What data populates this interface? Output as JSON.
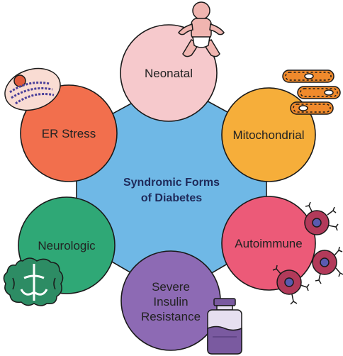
{
  "center": {
    "line1": "Syndromic Forms",
    "line2": "of Diabetes",
    "color": "#6fb8e6"
  },
  "nodes": [
    {
      "key": "neonatal",
      "lines": [
        "Neonatal"
      ],
      "color": "#f6c9cc",
      "icon": "baby-icon"
    },
    {
      "key": "mitochondrial",
      "lines": [
        "Mitochondrial"
      ],
      "color": "#f6ae3a",
      "icon": "mitochondria-icon"
    },
    {
      "key": "autoimmune",
      "lines": [
        "Autoimmune"
      ],
      "color": "#ec5a78",
      "icon": "immune-cell-icon"
    },
    {
      "key": "severe-insulin-resistance",
      "lines": [
        "Severe",
        "Insulin",
        "Resistance"
      ],
      "color": "#8d6ab4",
      "icon": "insulin-vial-icon"
    },
    {
      "key": "neurologic",
      "lines": [
        "Neurologic"
      ],
      "color": "#2fa876",
      "icon": "brain-icon"
    },
    {
      "key": "er-stress",
      "lines": [
        "ER Stress"
      ],
      "color": "#f26f4d",
      "icon": "cell-er-icon"
    }
  ]
}
